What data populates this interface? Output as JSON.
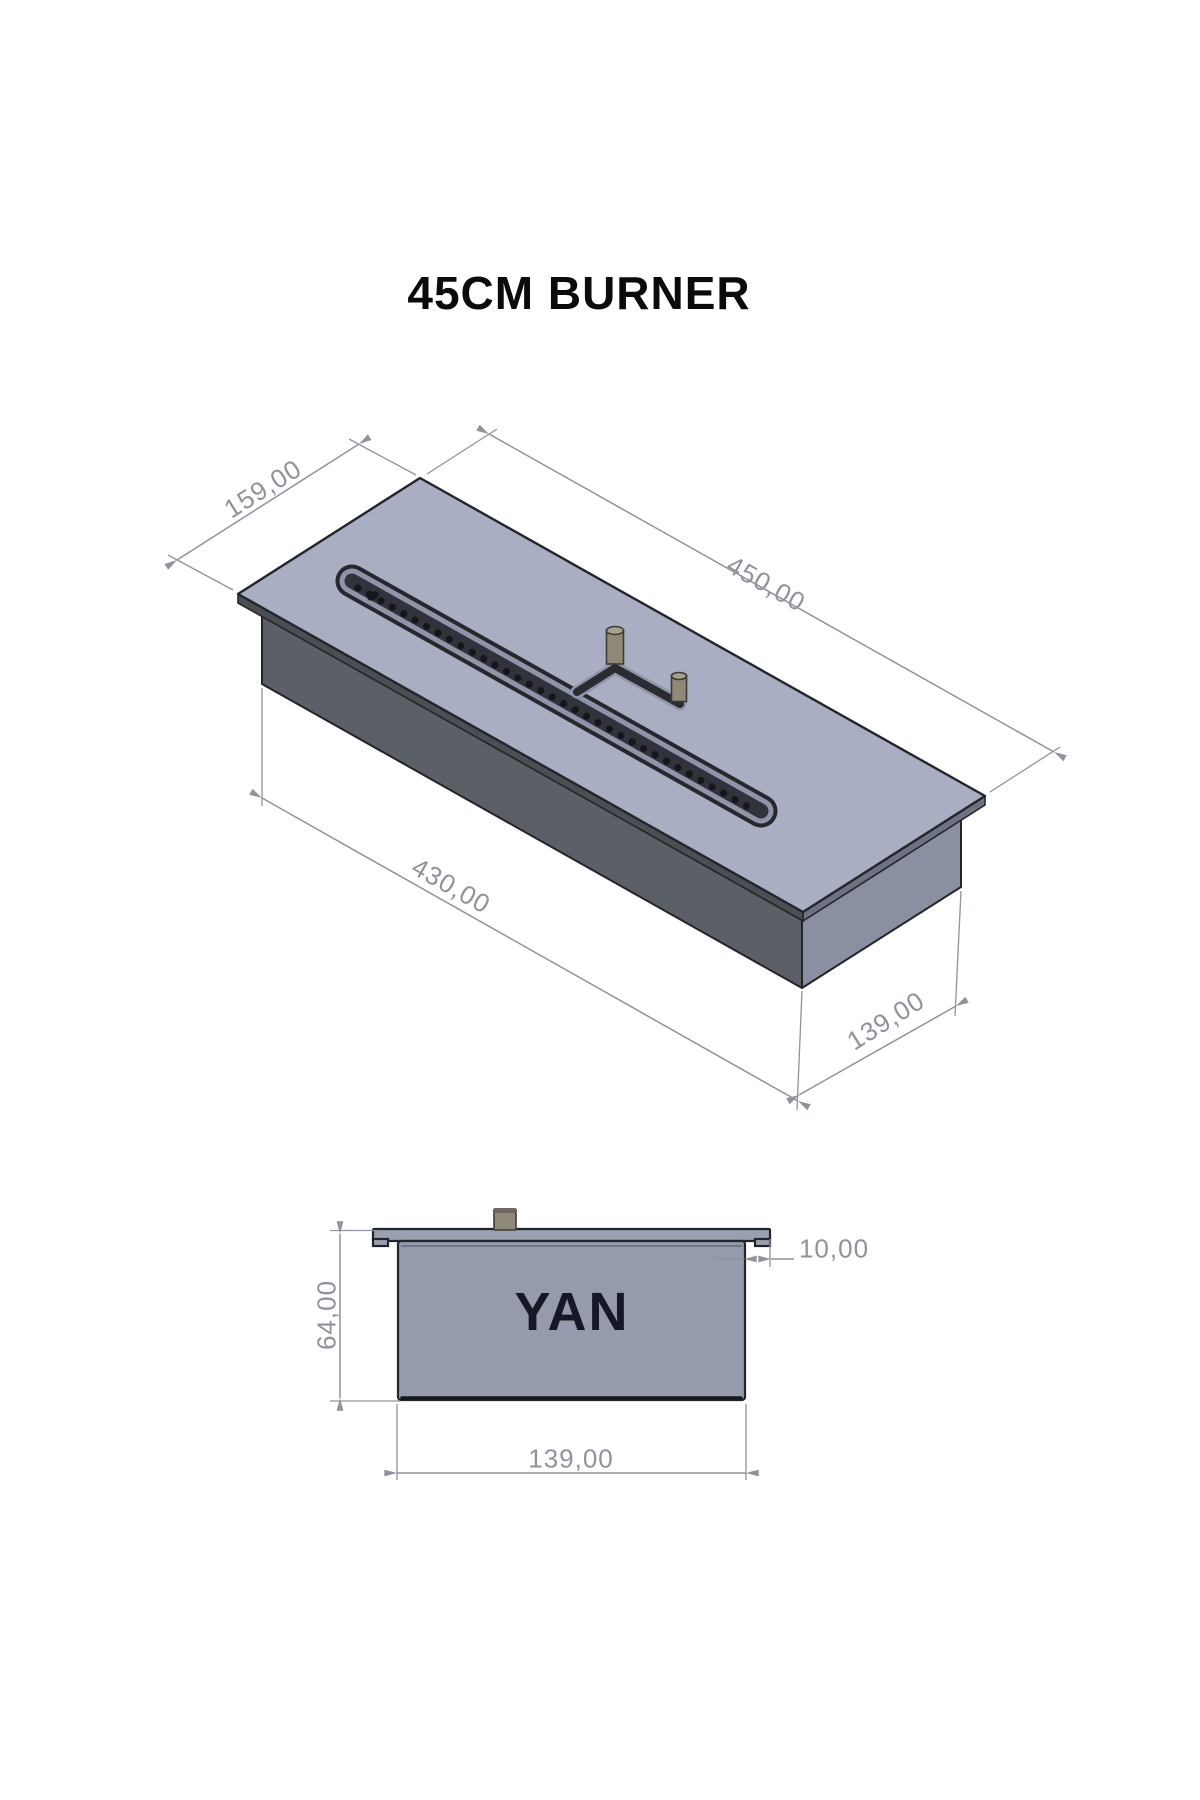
{
  "title": "45CM BURNER",
  "iso_view": {
    "dim_width_top": "159,00",
    "dim_length_top": "450,00",
    "dim_length_bottom": "430,00",
    "dim_width_bottom": "139,00"
  },
  "side_view": {
    "view_label": "YAN",
    "dim_height": "64,00",
    "dim_flange_overhang": "10,00",
    "dim_body_width": "139,00"
  },
  "colors": {
    "background": "#ffffff",
    "plate_top": "#a9aec3",
    "plate_edge_left": "#4a4e55",
    "plate_edge_right": "#6e7383",
    "body_left": "#5b5f66",
    "body_right": "#8a90a1",
    "slot_dark": "#26282e",
    "slot_bevel": "#8f94a8",
    "slot_trench": "#30333b",
    "pin": "#8f897a",
    "side_face": "#959bad",
    "outline": "#23252a",
    "dim": "#8e939c",
    "title_text": "#0b0b0c",
    "label_text": "#161925"
  }
}
